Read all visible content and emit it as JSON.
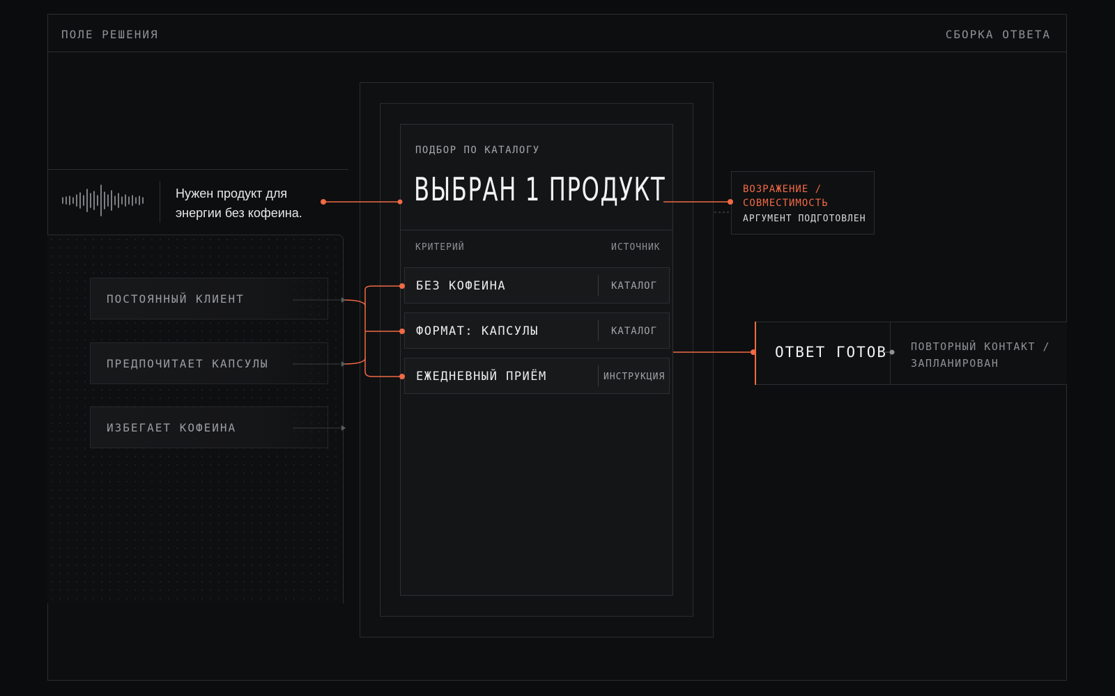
{
  "header": {
    "left_label": "ПОЛЕ РЕШЕНИЯ",
    "right_label": "СБОРКА ОТВЕТА"
  },
  "input": {
    "icon": "waveform-icon",
    "text": "Нужен продукт для энергии без кофеина."
  },
  "profile": {
    "traits": [
      {
        "label": "ПОСТОЯННЫЙ КЛИЕНТ"
      },
      {
        "label": "ПРЕДПОЧИТАЕТ КАПСУЛЫ"
      },
      {
        "label": "ИЗБЕГАЕТ КОФЕИНА"
      }
    ]
  },
  "selection": {
    "kicker": "ПОДБОР ПО КАТАЛОГУ",
    "title": "ВЫБРАН 1 ПРОДУКТ",
    "col_criterion": "КРИТЕРИЙ",
    "col_source": "ИСТОЧНИК",
    "criteria": [
      {
        "label": "БЕЗ КОФЕИНА",
        "source": "КАТАЛОГ"
      },
      {
        "label": "ФОРМАТ: КАПСУЛЫ",
        "source": "КАТАЛОГ"
      },
      {
        "label": "ЕЖЕДНЕВНЫЙ ПРИЁМ",
        "source": "ИНСТРУКЦИЯ"
      }
    ]
  },
  "objection": {
    "title": "ВОЗРАЖЕНИЕ / СОВМЕСТИМОСТЬ",
    "status": "АРГУМЕНТ ПОДГОТОВЛЕН"
  },
  "answer": {
    "title": "ОТВЕТ ГОТОВ",
    "followup": "ПОВТОРНЫЙ КОНТАКТ / ЗАПЛАНИРОВАН"
  },
  "colors": {
    "accent": "#f06a45",
    "background": "#0b0c0d",
    "line": "#2c2e30"
  }
}
